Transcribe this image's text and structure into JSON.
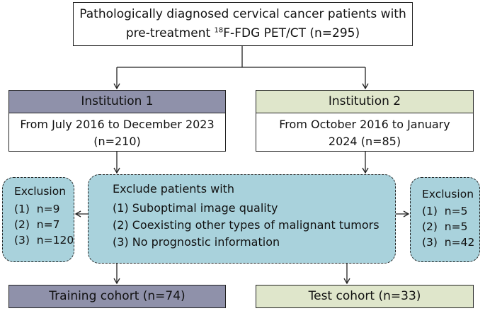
{
  "top": {
    "line1": "Pathologically diagnosed cervical cancer patients with",
    "line2_pre": "pre-treatment ",
    "line2_sup": "18",
    "line2_post": "F-FDG PET/CT (n=295)"
  },
  "institution1": {
    "title": "Institution 1",
    "line1": "From July 2016 to December 2023",
    "line2": "(n=210)"
  },
  "institution2": {
    "title": "Institution 2",
    "line1": "From October 2016 to January",
    "line2": "2024 (n=85)"
  },
  "exclude": {
    "heading": "Exclude patients with",
    "items": [
      "(1) Suboptimal image quality",
      "(2) Coexisting other types of malignant tumors",
      "(3) No prognostic information"
    ]
  },
  "exclusion_left": {
    "title": "Exclusion",
    "items": [
      "(1)  n=9",
      "(2)  n=7",
      "(3)  n=120"
    ]
  },
  "exclusion_right": {
    "title": "Exclusion",
    "items": [
      "(1)  n=5",
      "(2)  n=5",
      "(3)  n=42"
    ]
  },
  "outputs": {
    "training": "Training cohort (n=74)",
    "test": "Test cohort (n=33)"
  },
  "colors": {
    "institution1": "#8f91aa",
    "institution2": "#dfe6cb",
    "exclusion": "#a9d2dc"
  }
}
